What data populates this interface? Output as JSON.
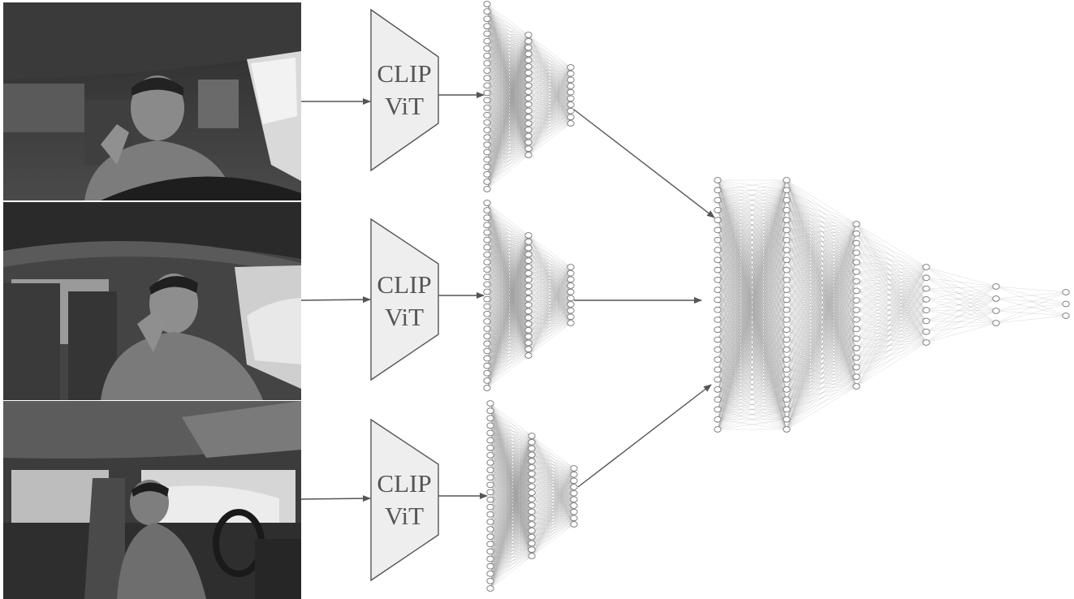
{
  "encoders": [
    {
      "line1": "CLIP",
      "line2": "ViT"
    },
    {
      "line1": "CLIP",
      "line2": "ViT"
    },
    {
      "line1": "CLIP",
      "line2": "ViT"
    }
  ],
  "views": [
    {
      "icon": "driver-dashboard-view-image"
    },
    {
      "icon": "driver-side-view-image"
    },
    {
      "icon": "driver-rear-right-view-image"
    }
  ],
  "branch_layers": [
    26,
    20,
    10
  ],
  "fusion_layers": [
    26,
    26,
    18,
    8,
    4,
    3
  ],
  "colors": {
    "encoder_fill": "#eeeeee",
    "encoder_stroke": "#555555",
    "arrow": "#555555",
    "node_stroke": "#777777",
    "edge": "#9a9a9a"
  }
}
